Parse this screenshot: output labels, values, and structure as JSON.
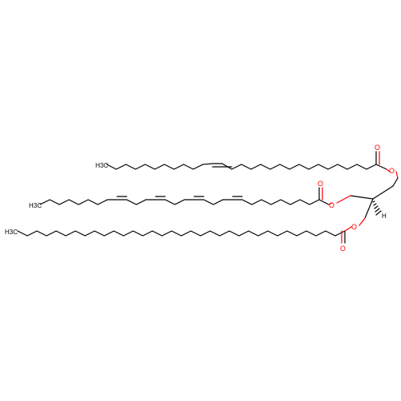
{
  "molecule": {
    "atoms": {
      "oxygen": "O",
      "hydrogen": "H",
      "methyl": "CH3"
    },
    "chains": [
      {
        "terminal_label": "H3C",
        "description_id": "oleoyl-like"
      },
      {
        "terminal_label": "H3C",
        "description_id": "tetraene"
      },
      {
        "terminal_label": "H3C",
        "description_id": "saturated"
      }
    ]
  }
}
